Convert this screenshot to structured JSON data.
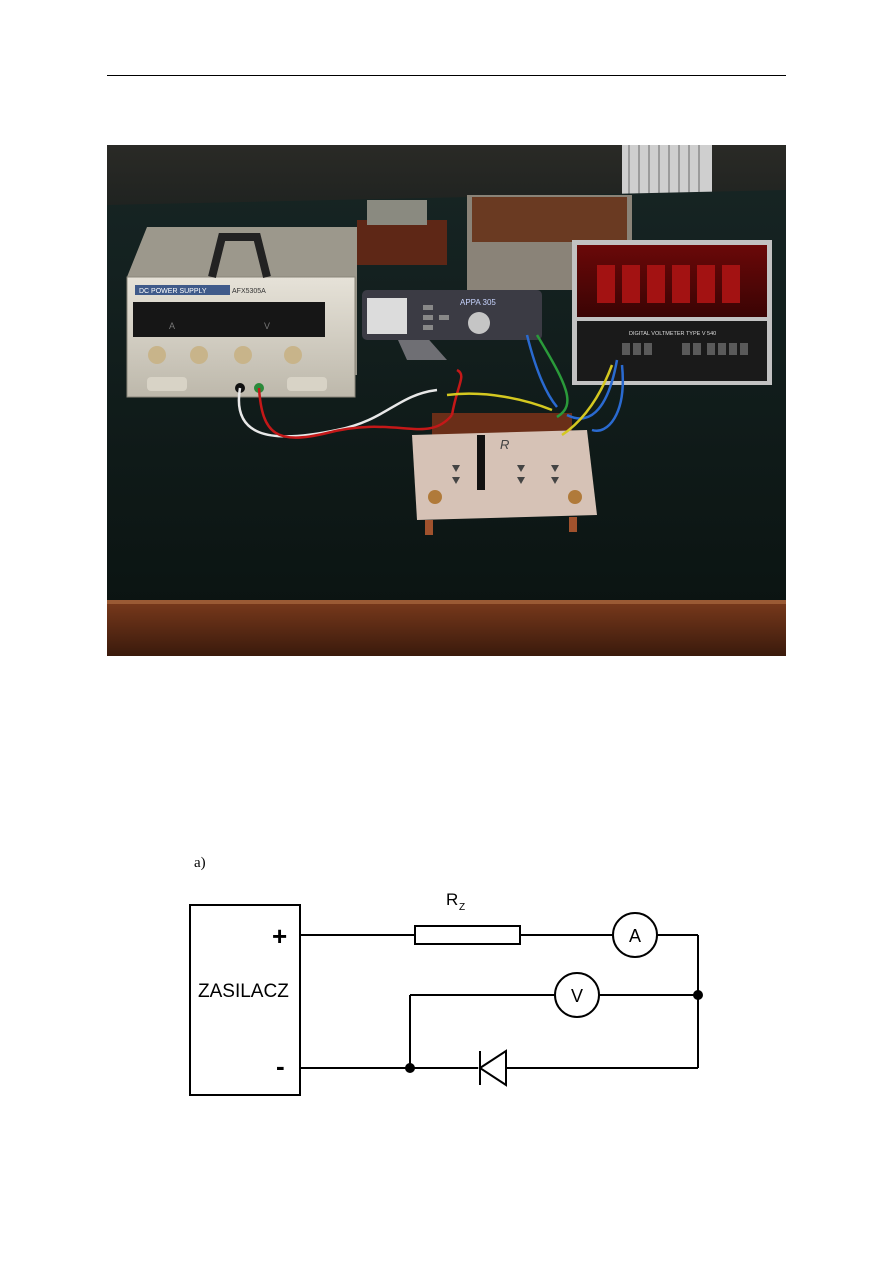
{
  "figure_label": "a)",
  "schematic": {
    "power_supply_label": "ZASILACZ",
    "plus_symbol": "+",
    "minus_symbol": "-",
    "resistor_label": "R",
    "resistor_subscript": "Z",
    "ammeter_label": "A",
    "voltmeter_label": "V"
  },
  "photo": {
    "psu_brand": "DC POWER SUPPLY",
    "psu_model": "AFX5305A",
    "psu_current_unit": "A",
    "psu_voltage_unit": "V",
    "multimeter_model": "APPA 305",
    "voltmeter_title": "DIGITAL VOLTMETER TYPE V 540",
    "board_label": "R"
  }
}
